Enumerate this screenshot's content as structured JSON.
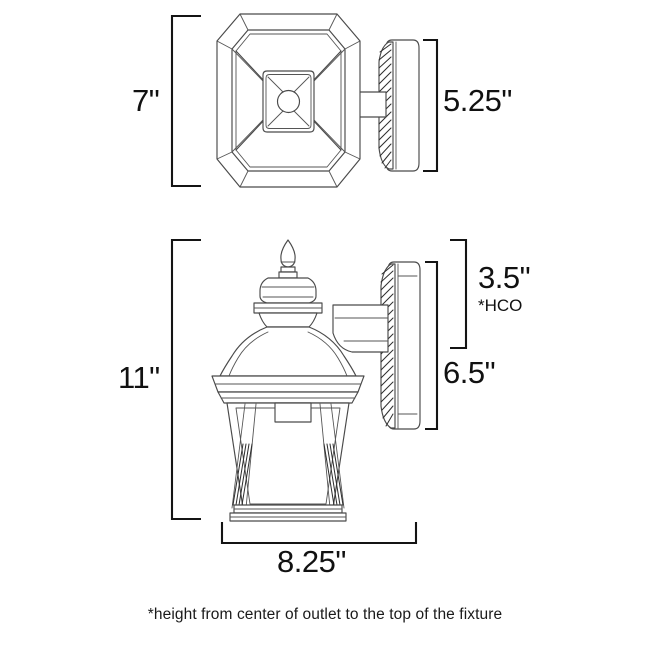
{
  "drawing": {
    "title": "Outdoor wall lantern dimension drawing",
    "views": [
      {
        "name": "top-view",
        "description": "top view of octagonal lantern with wall mount plate"
      },
      {
        "name": "side-view",
        "description": "side elevation of lantern with finial, dome cap, tapered glass body and wall mount plate"
      }
    ]
  },
  "dimensions": {
    "top_view_height": "7\"",
    "top_view_depth": "5.25\"",
    "side_view_height": "11\"",
    "mount_height": "3.5\"",
    "mount_note": "*HCO",
    "backplate_height": "6.5\"",
    "width": "8.25\""
  },
  "footnote": {
    "text": "*height from center of outlet to the top of the fixture"
  },
  "colors": {
    "background": "#ffffff",
    "line": "#4a4a4a",
    "dimension_line": "#141414",
    "text": "#111111"
  }
}
